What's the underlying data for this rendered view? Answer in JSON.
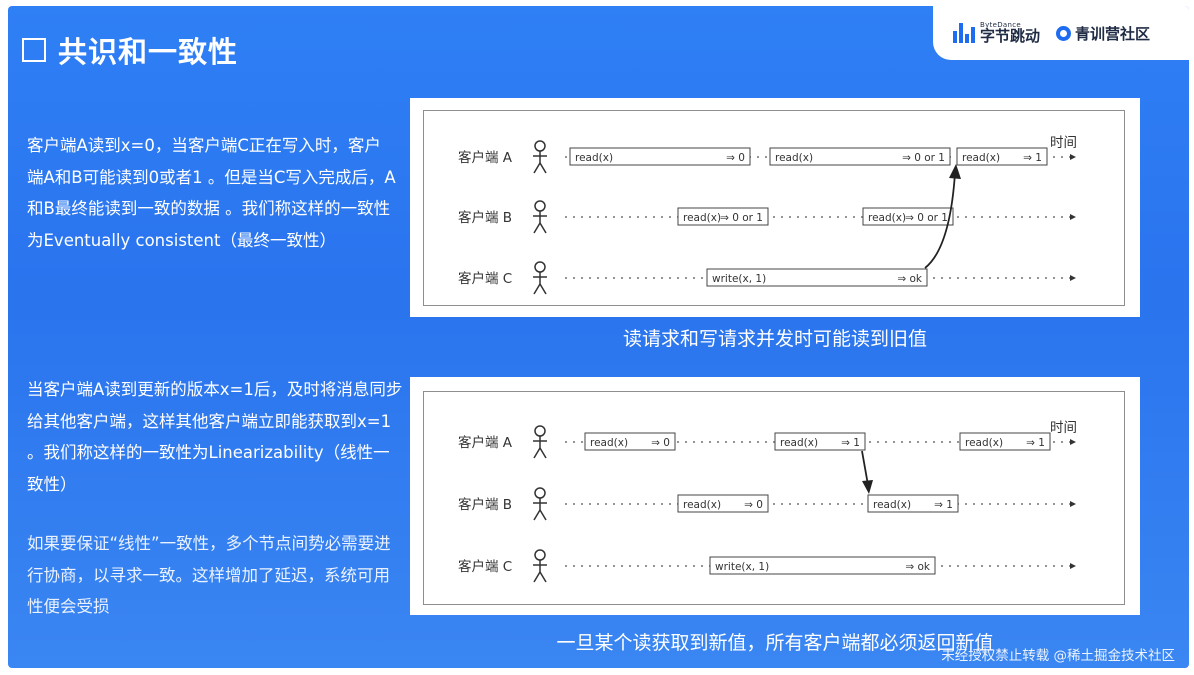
{
  "title": "共识和一致性",
  "brand": {
    "bytedance_small": "ByteDance",
    "bytedance_name": "字节跳动",
    "community": "青训营社区"
  },
  "paragraphs": {
    "p1": "客户端A读到x=0，当客户端C正在写入时，客户端A和B可能读到0或者1 。但是当C写入完成后，A和B最终能读到一致的数据 。我们称这样的一致性为Eventually consistent（最终一致性）",
    "p2": "当客户端A读到更新的版本x=1后，及时将消息同步给其他客户端，这样其他客户端立即能获取到x=1 。我们称这样的一致性为Linearizability（线性一致性）",
    "p3": "如果要保证“线性”一致性，多个节点间势必需要进行协商，以寻求一致。这样增加了延迟，系统可用性便会受损"
  },
  "diagram1": {
    "caption": "读请求和写请求并发时可能读到旧值",
    "time_label": "时间",
    "clients": [
      "客户端 A",
      "客户端 B",
      "客户端 C"
    ],
    "ops": [
      {
        "row": 0,
        "op": "read(x)",
        "result": "⇒ 0",
        "box": [
          160,
          340
        ]
      },
      {
        "row": 0,
        "op": "read(x)",
        "result": "⇒ 0 or 1",
        "box": [
          360,
          540
        ]
      },
      {
        "row": 0,
        "op": "read(x)",
        "result": "⇒ 1",
        "box": [
          547,
          637
        ]
      },
      {
        "row": 1,
        "op": "read(x)",
        "result": "⇒ 0 or 1",
        "box": [
          268,
          358
        ]
      },
      {
        "row": 1,
        "op": "read(x)",
        "result": "⇒ 0 or 1",
        "box": [
          453,
          543
        ]
      },
      {
        "row": 2,
        "op": "write(x, 1)",
        "result": "⇒ ok",
        "box": [
          297,
          517
        ]
      }
    ]
  },
  "diagram2": {
    "caption": "一旦某个读获取到新值，所有客户端都必须返回新值",
    "time_label": "时间",
    "clients": [
      "客户端 A",
      "客户端 B",
      "客户端 C"
    ],
    "ops": [
      {
        "row": 0,
        "op": "read(x)",
        "result": "⇒ 0",
        "box": [
          175,
          265
        ]
      },
      {
        "row": 0,
        "op": "read(x)",
        "result": "⇒ 1",
        "box": [
          365,
          455
        ]
      },
      {
        "row": 0,
        "op": "read(x)",
        "result": "⇒ 1",
        "box": [
          550,
          640
        ]
      },
      {
        "row": 1,
        "op": "read(x)",
        "result": "⇒ 0",
        "box": [
          268,
          358
        ]
      },
      {
        "row": 1,
        "op": "read(x)",
        "result": "⇒ 1",
        "box": [
          458,
          548
        ]
      },
      {
        "row": 2,
        "op": "write(x, 1)",
        "result": "⇒ ok",
        "box": [
          300,
          525
        ]
      }
    ]
  },
  "footer": "未经授权禁止转载 @稀土掘金技术社区",
  "colors": {
    "accent": "#1e6cf0",
    "slide_bg": "#2f7ff5"
  }
}
